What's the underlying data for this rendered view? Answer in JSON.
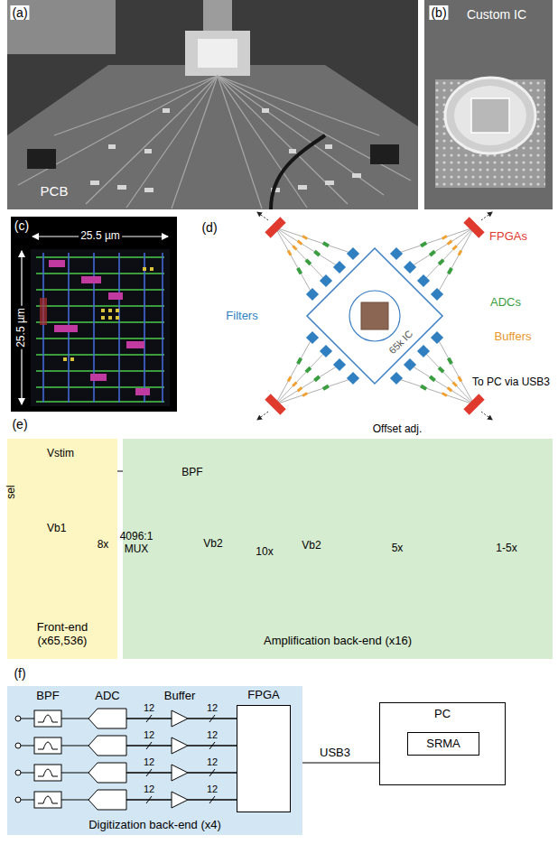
{
  "diagram": {
    "nodes": [
      {
        "text": [
          "65k IC"
        ]
      },
      {
        "text": [
          "Front-end (x65,536)"
        ]
      },
      {
        "text": [
          "Amplification back-end (x16)"
        ]
      },
      {
        "text": [
          "Digitization back-end (x4)"
        ]
      },
      {
        "text": [
          "FPGA"
        ],
        "in": 3
      },
      {
        "text": [
          "PC"
        ]
      },
      {
        "text": [
          "SRMA"
        ],
        "in": 5
      }
    ],
    "edges": [
      {
        "from": 4,
        "to": 5,
        "label": "USB3",
        "arrow": "none"
      }
    ],
    "labels": [
      "(a)",
      "PCB",
      "(b)",
      "Custom IC",
      "(c)",
      "25.5 µm",
      "25.5 µm",
      "(d)",
      "FPGAs",
      "Filters",
      "ADCs",
      "Buffers",
      "To PC via USB3",
      "(e)",
      "sel",
      "Vstim",
      "Vb1",
      "8x",
      "4096:1 MUX",
      "BPF",
      "Offset adj.",
      "10x",
      "Vb2",
      "Vb2",
      "5x",
      "1-5x",
      "(f)",
      "BPF",
      "ADC",
      "Buffer",
      "12",
      "12",
      "12",
      "12",
      "12",
      "12",
      "12",
      "12"
    ]
  }
}
